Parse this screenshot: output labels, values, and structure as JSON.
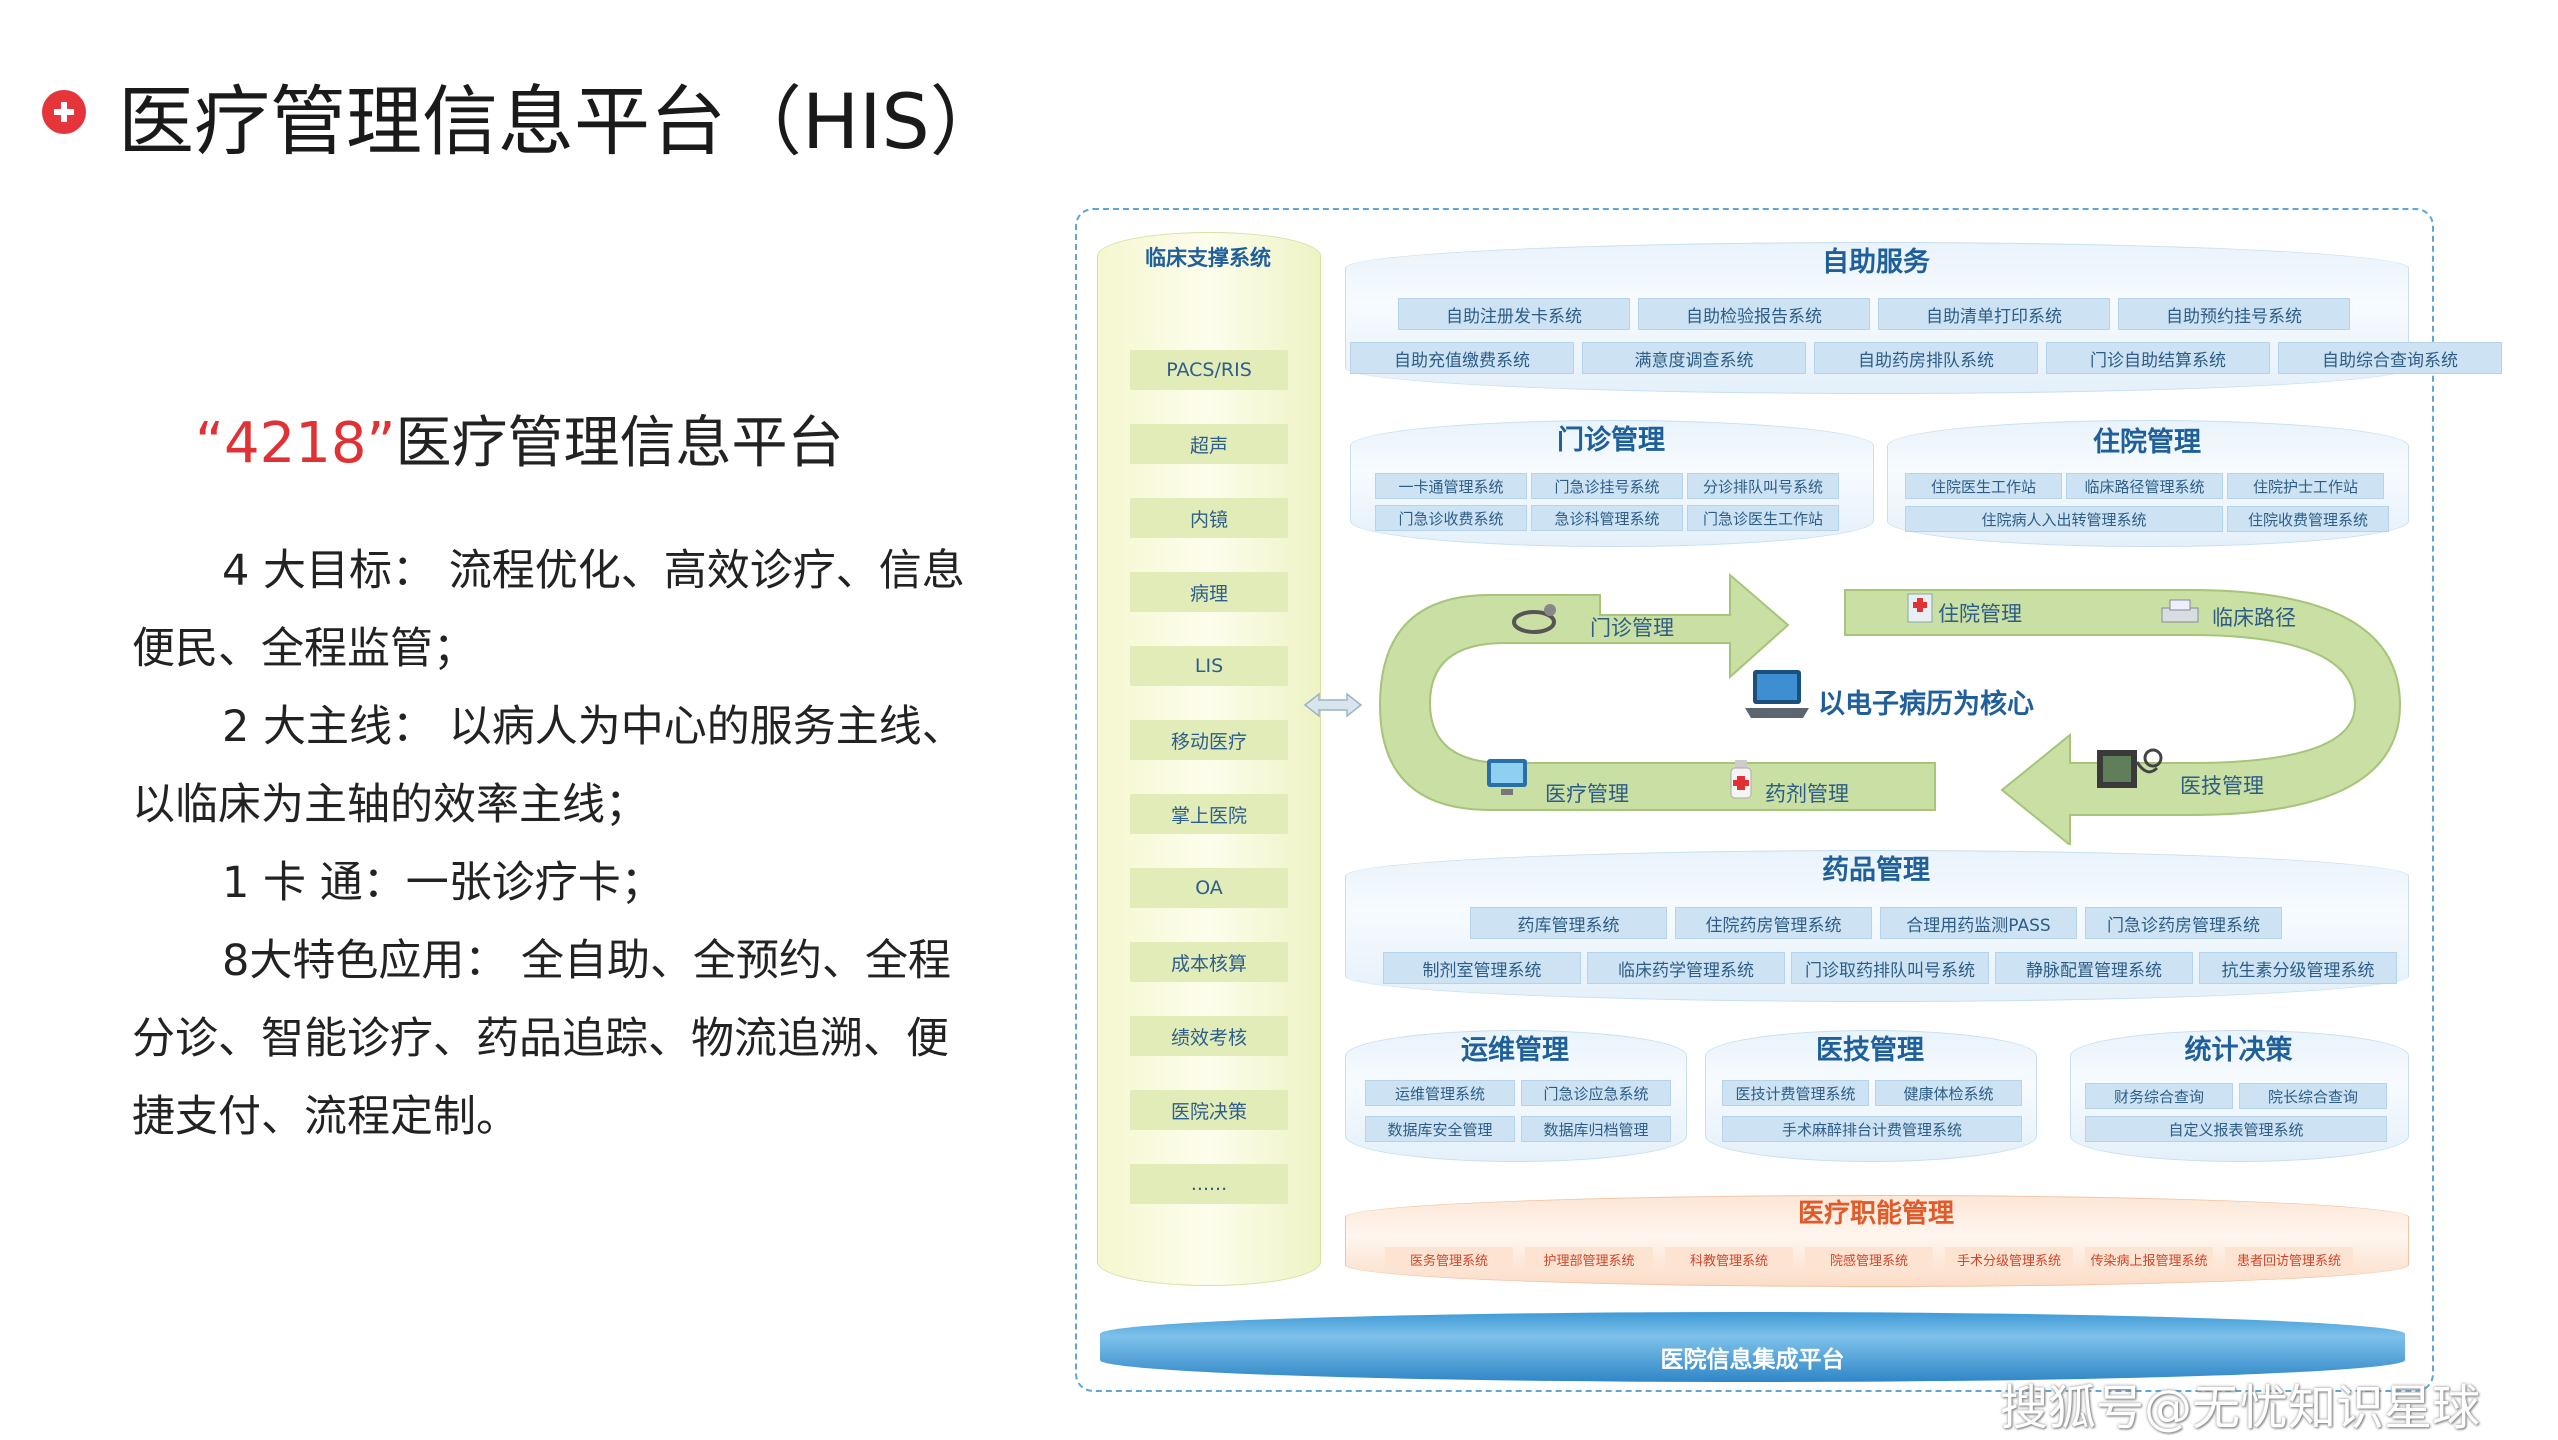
{
  "slide": {
    "title": "医疗管理信息平台（HIS）",
    "subtitle_quote": "“4218”",
    "subtitle_rest": "医疗管理信息平台",
    "paragraphs": [
      {
        "label": "4 大目标：",
        "text": "流程优化、高效诊疗、信息便民、全程监管；"
      },
      {
        "label": "2 大主线：",
        "text": "以病人为中心的服务主线、以临床为主轴的效率主线；"
      },
      {
        "label": "1 卡 通：",
        "text": "一张诊疗卡；"
      },
      {
        "label": "8大特色应用：",
        "text": "全自助、全预约、全程分诊、智能诊疗、药品追踪、物流追溯、便捷支付、流程定制。"
      }
    ]
  },
  "diagram": {
    "clinical_support": {
      "title": "临床支撑系统",
      "items": [
        "PACS/RIS",
        "超声",
        "内镜",
        "病理",
        "LIS",
        "移动医疗",
        "掌上医院",
        "OA",
        "成本核算",
        "绩效考核",
        "医院决策",
        "......"
      ]
    },
    "self_service": {
      "title": "自助服务",
      "row1": [
        "自助注册发卡系统",
        "自助检验报告系统",
        "自助清单打印系统",
        "自助预约挂号系统"
      ],
      "row2": [
        "自助充值缴费系统",
        "满意度调查系统",
        "自助药房排队系统",
        "门诊自助结算系统",
        "自助综合查询系统"
      ]
    },
    "outpatient": {
      "title": "门诊管理",
      "row1": [
        "一卡通管理系统",
        "门急诊挂号系统",
        "分诊排队叫号系统"
      ],
      "row2": [
        "门急诊收费系统",
        "急诊科管理系统",
        "门急诊医生工作站"
      ]
    },
    "inpatient": {
      "title": "住院管理",
      "row1": [
        "住院医生工作站",
        "临床路径管理系统",
        "住院护士工作站"
      ],
      "row2": [
        "住院病人入出转管理系统",
        "住院收费管理系统"
      ]
    },
    "loop": {
      "core": "以电子病历为核心",
      "labels": [
        "门诊管理",
        "住院管理",
        "临床路径",
        "医疗管理",
        "药剂管理",
        "医技管理"
      ]
    },
    "drug": {
      "title": "药品管理",
      "row1": [
        "药库管理系统",
        "住院药房管理系统",
        "合理用药监测PASS",
        "门急诊药房管理系统"
      ],
      "row2": [
        "制剂室管理系统",
        "临床药学管理系统",
        "门诊取药排队叫号系统",
        "静脉配置管理系统",
        "抗生素分级管理系统"
      ]
    },
    "ops": {
      "title": "运维管理",
      "row1": [
        "运维管理系统",
        "门急诊应急系统"
      ],
      "row2": [
        "数据库安全管理",
        "数据库归档管理"
      ]
    },
    "medtech": {
      "title": "医技管理",
      "row1": [
        "医技计费管理系统",
        "健康体检系统"
      ],
      "row2": [
        "手术麻醉排台计费管理系统"
      ]
    },
    "stats": {
      "title": "统计决策",
      "row1": [
        "财务综合查询",
        "院长综合查询"
      ],
      "row2": [
        "自定义报表管理系统"
      ]
    },
    "functional": {
      "title": "医疗职能管理",
      "items": [
        "医务管理系统",
        "护理部管理系统",
        "科教管理系统",
        "院感管理系统",
        "手术分级管理系统",
        "传染病上报管理系统",
        "患者回访管理系统"
      ]
    },
    "base": {
      "label": "医院信息集成平台"
    }
  },
  "watermark": "搜狐号@无忧知识星球",
  "colors": {
    "accent_red": "#e5343a",
    "diagram_blue": "#1f5f9a",
    "orange": "#e05a2a",
    "green_arrow": "#c9dfa3"
  }
}
